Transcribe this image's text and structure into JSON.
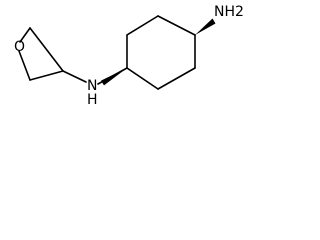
{
  "molecule": {
    "atoms": {
      "oxetane_oxygen": "O",
      "amine_nitrogen": "N",
      "amine_hydrogen": "H",
      "primary_amine": "NH2"
    }
  }
}
